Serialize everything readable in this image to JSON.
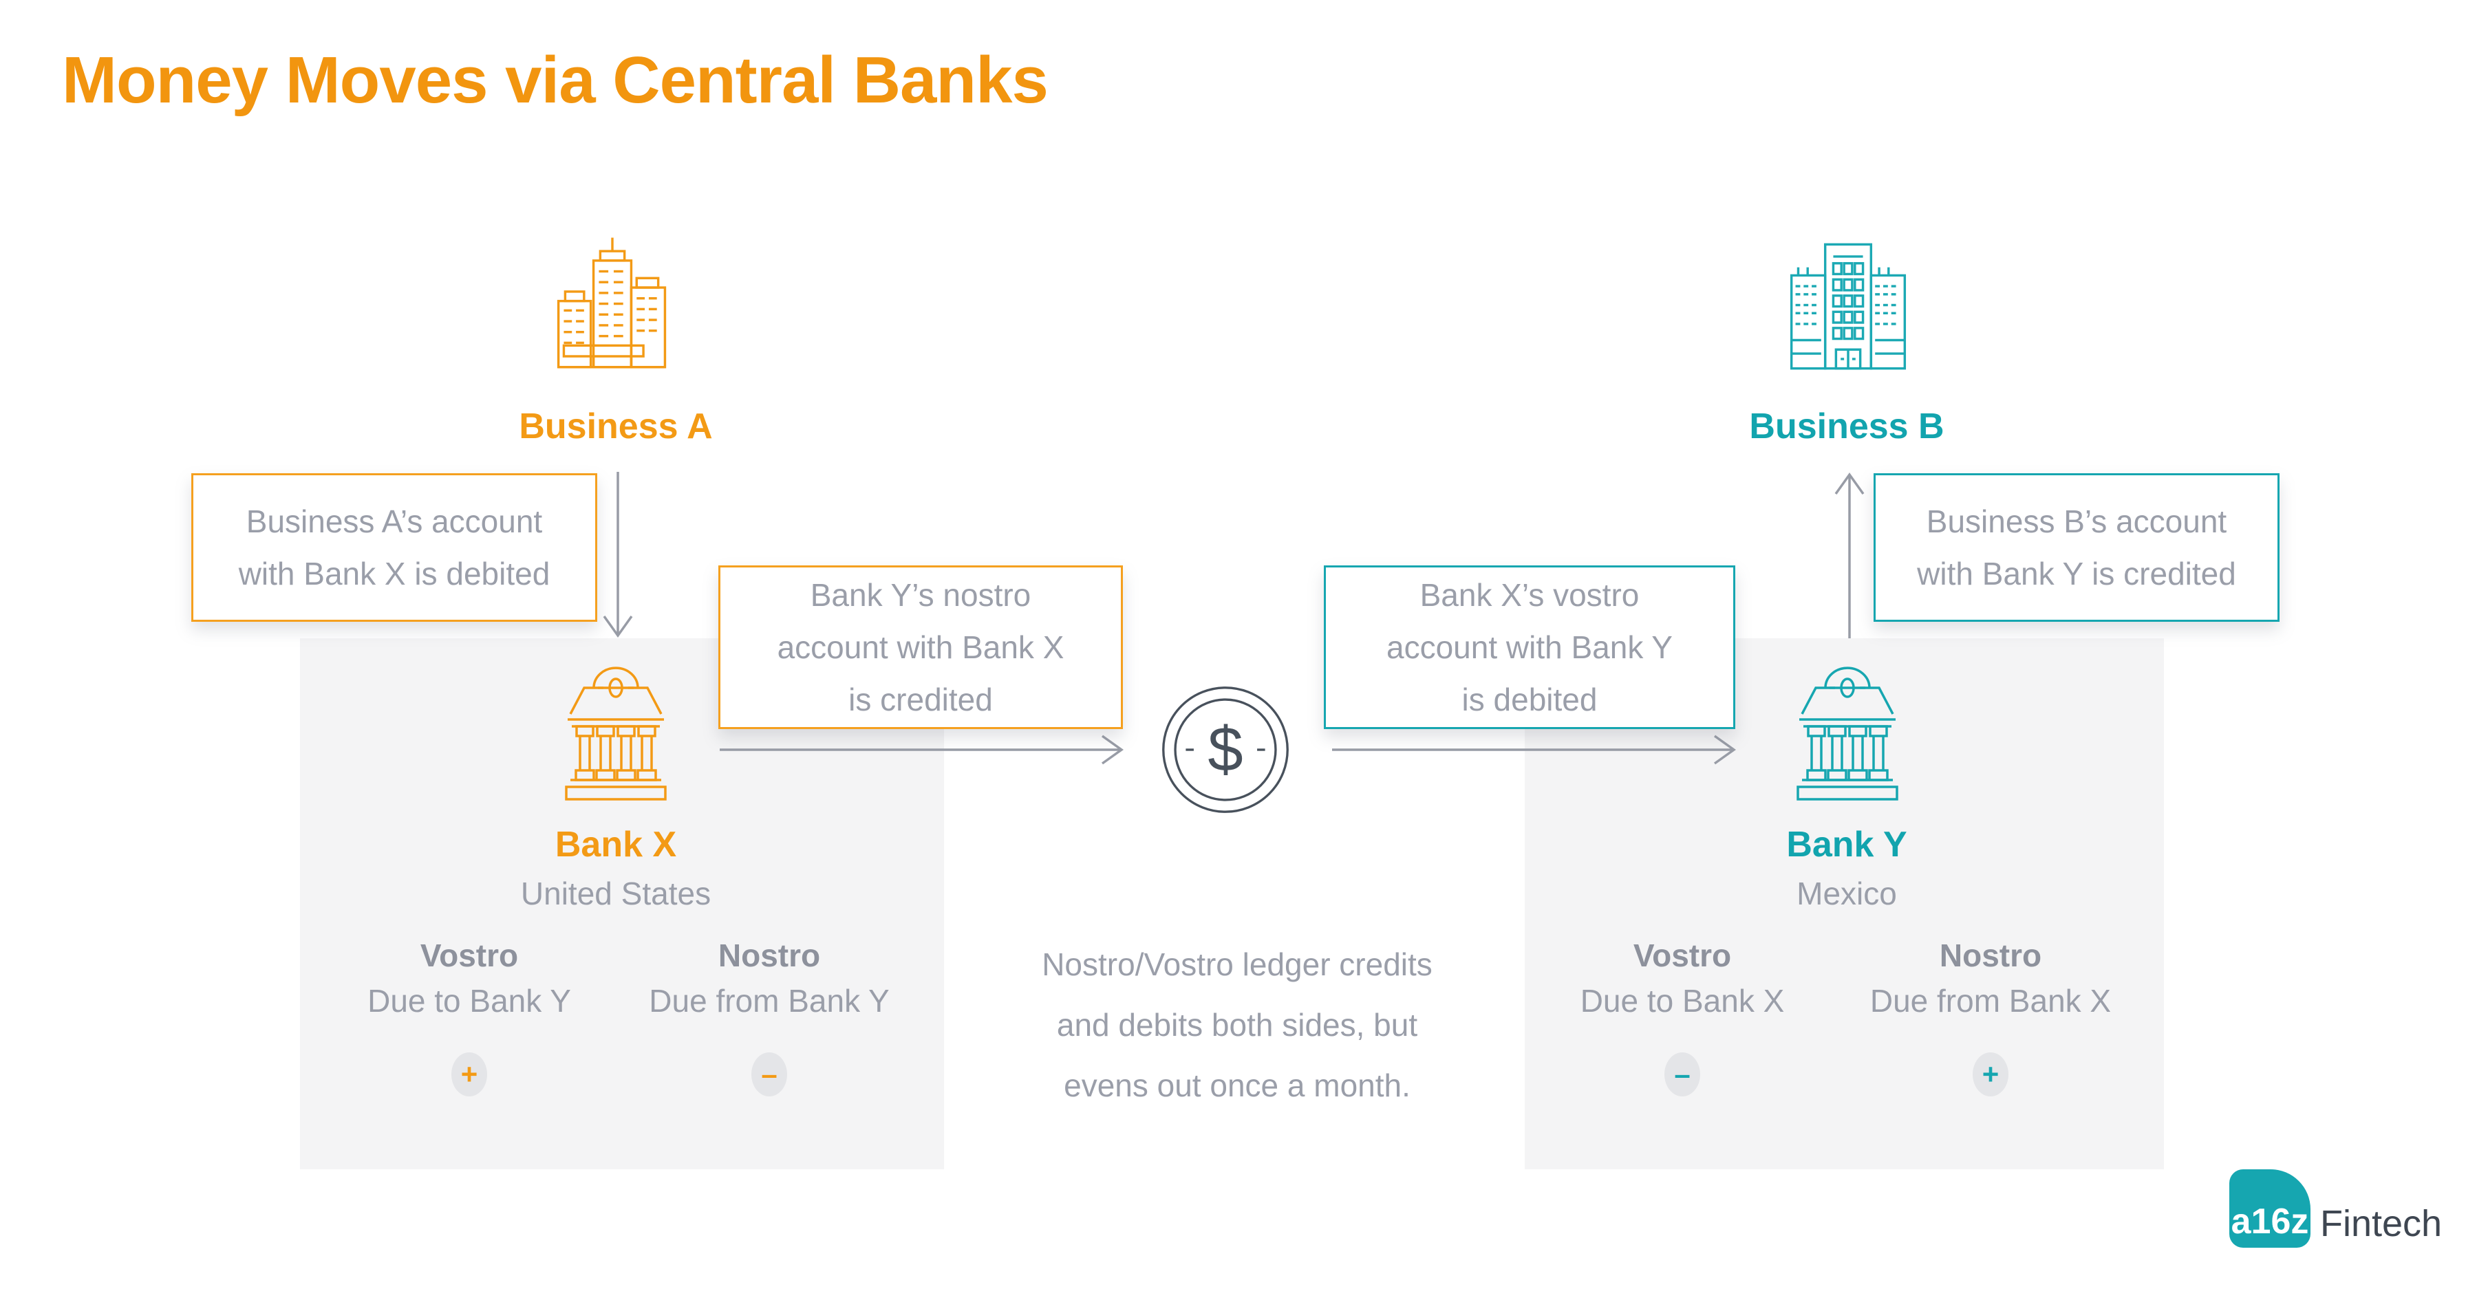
{
  "title": "Money Moves via Central Banks",
  "colors": {
    "orange": "#F39A15",
    "teal": "#16A6B0",
    "text_gray": "#9A9EA9",
    "ledger_gray": "#8D919C",
    "slate": "#48515C",
    "arrow_gray": "#989CA6",
    "panel_bg": "#F4F4F5",
    "badge_bg": "#E4E5E8"
  },
  "business_a": {
    "label": "Business A"
  },
  "business_b": {
    "label": "Business B"
  },
  "bank_x": {
    "label": "Bank X",
    "country": "United States",
    "vostro": {
      "heading": "Vostro",
      "due": "Due to Bank Y",
      "sign": "+"
    },
    "nostro": {
      "heading": "Nostro",
      "due": "Due from Bank Y",
      "sign": "–"
    }
  },
  "bank_y": {
    "label": "Bank Y",
    "country": "Mexico",
    "vostro": {
      "heading": "Vostro",
      "due": "Due to Bank X",
      "sign": "–"
    },
    "nostro": {
      "heading": "Nostro",
      "due": "Due from Bank X",
      "sign": "+"
    }
  },
  "notes": {
    "business_a_debit": {
      "lines": [
        "Business A’s account",
        "with Bank X is debited"
      ]
    },
    "bank_y_nostro_credit": {
      "lines": [
        "Bank Y’s nostro",
        "account with Bank X",
        "is credited"
      ]
    },
    "bank_x_vostro_debit": {
      "lines": [
        "Bank X’s vostro",
        "account with Bank Y",
        "is debited"
      ]
    },
    "business_b_credit": {
      "lines": [
        "Business B’s account",
        "with Bank Y is credited"
      ]
    },
    "center": {
      "lines": [
        "Nostro/Vostro ledger credits",
        "and debits both sides, but",
        "evens out once a month."
      ]
    }
  },
  "coin": {
    "symbol": "$"
  },
  "logo": {
    "mark": "a16z",
    "word": "Fintech"
  }
}
